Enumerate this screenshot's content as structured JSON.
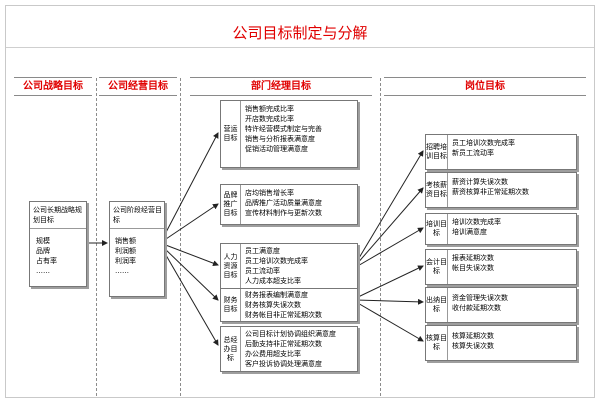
{
  "title": "公司目标制定与分解",
  "columns": {
    "strategy": "公司战略目标",
    "operation": "公司经营目标",
    "department": "部门经理目标",
    "position": "岗位目标"
  },
  "strategy_box": {
    "header": "公司长期战略规划目标",
    "items": [
      "规模",
      "品牌",
      "占有率",
      "……"
    ]
  },
  "operation_box": {
    "header": "公司阶段经营目标",
    "items": [
      "销售额",
      "利润额",
      "利润率",
      "……"
    ]
  },
  "dept_boxes": [
    {
      "header": "营运目标",
      "items": [
        "销售额完成比率",
        "开店数完成比率",
        "特许经营模式制定与完善",
        "销售与分析报表满意度",
        "促销活动管理满意度"
      ]
    },
    {
      "header": "品牌推广目标",
      "items": [
        "店均销售增长率",
        "品牌推广活动质量满意度",
        "宣传材料制作与更新次数"
      ]
    },
    {
      "header": "人力资源目标",
      "items": [
        "员工满意度",
        "员工培训次数完成率",
        "员工流动率",
        "人力成本超支比率"
      ]
    },
    {
      "header": "财务目标",
      "items": [
        "财务报表编制满意度",
        "财务核算失误次数",
        "财务帐目非正常延期次数"
      ]
    },
    {
      "header": "总经办目标",
      "items": [
        "公司目标计划协调组织满意度",
        "后勤支持非正常延期次数",
        "办公费用超支比率",
        "客户投诉协调处理满意度"
      ]
    }
  ],
  "position_boxes": [
    {
      "header": "招聘培训目标",
      "items": [
        "员工培训次数完成率",
        "新员工流动率"
      ]
    },
    {
      "header": "考核薪资目标",
      "items": [
        "薪资计算失误次数",
        "薪资核算非正常延期次数"
      ]
    },
    {
      "header": "培训目标",
      "items": [
        "培训次数完成率",
        "培训满意度"
      ]
    },
    {
      "header": "会计目标",
      "items": [
        "报表延期次数",
        "帐目失误次数"
      ]
    },
    {
      "header": "出纳目标",
      "items": [
        "资金管理失误次数",
        "收付款延期次数"
      ]
    },
    {
      "header": "核算目标",
      "items": [
        "核算延期次数",
        "核算失误次数"
      ]
    }
  ],
  "colors": {
    "accent": "#e00000",
    "border": "#777777",
    "shadow": "#9e9e9e"
  }
}
